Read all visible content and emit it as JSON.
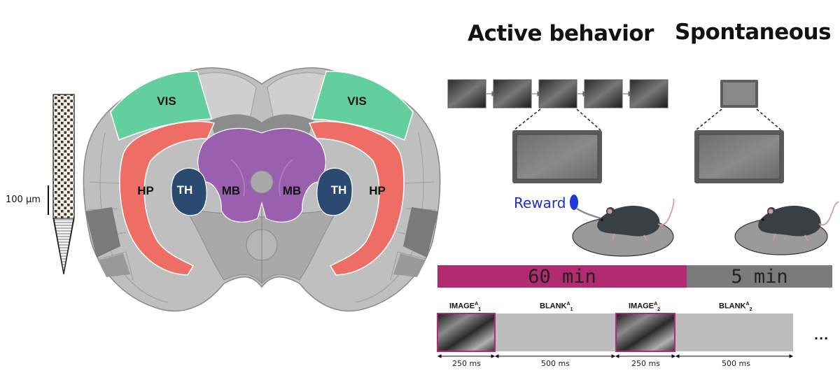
{
  "probe": {
    "scale_label": "100 µm"
  },
  "brain": {
    "labels": {
      "vis": "VIS",
      "hp": "HP",
      "th": "TH",
      "mb": "MB"
    },
    "colors": {
      "vis": "#63cf9f",
      "hp": "#ee6e66",
      "th": "#2b4a72",
      "mb": "#9b5fb0",
      "tissue": "#bdbdbd"
    }
  },
  "conditions": {
    "active_title": "Active behavior",
    "spontaneous_title": "Spontaneous"
  },
  "reward_label": "Reward",
  "durations_bar": {
    "active": "60 min",
    "spontaneous": "5 min",
    "active_color": "#b22a6f",
    "spontaneous_color": "#7b7b7b"
  },
  "timeline": {
    "labels": [
      {
        "main": "IMAGE",
        "sup": "A",
        "sub": "1"
      },
      {
        "main": "BLANK",
        "sup": "A",
        "sub": "1"
      },
      {
        "main": "IMAGE",
        "sup": "A",
        "sub": "2"
      },
      {
        "main": "BLANK",
        "sup": "A",
        "sub": "2"
      }
    ],
    "durations": [
      "250 ms",
      "500 ms",
      "250 ms",
      "500 ms"
    ],
    "ellipsis": "..."
  }
}
